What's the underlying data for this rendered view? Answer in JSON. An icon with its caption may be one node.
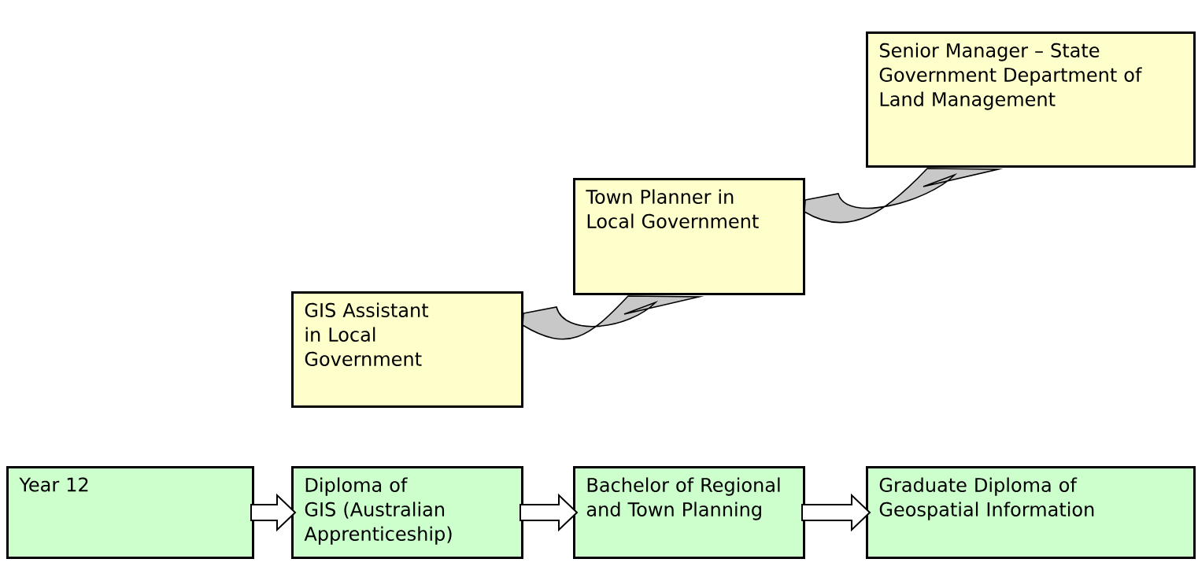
{
  "diagram": {
    "nodes": [
      {
        "text": [
          "Senior Manager – State Government Department of Land Management"
        ]
      },
      {
        "text": [
          "Town Planner in Local Government"
        ]
      },
      {
        "text": [
          "GIS Assistant in Local Government"
        ]
      },
      {
        "text": [
          "Year 12"
        ]
      },
      {
        "text": [
          "Diploma of GIS (Australian Apprenticeship)"
        ]
      },
      {
        "text": [
          "Bachelor of Regional and Town Planning"
        ]
      },
      {
        "text": [
          "Graduate Diploma of Geospatial Information"
        ]
      }
    ],
    "edges": [
      {
        "from": 2,
        "to": 1,
        "arrow": "to"
      },
      {
        "from": 1,
        "to": 0,
        "arrow": "to"
      },
      {
        "from": 3,
        "to": 4,
        "arrow": "to"
      },
      {
        "from": 4,
        "to": 5,
        "arrow": "to"
      },
      {
        "from": 5,
        "to": 6,
        "arrow": "to"
      }
    ]
  }
}
